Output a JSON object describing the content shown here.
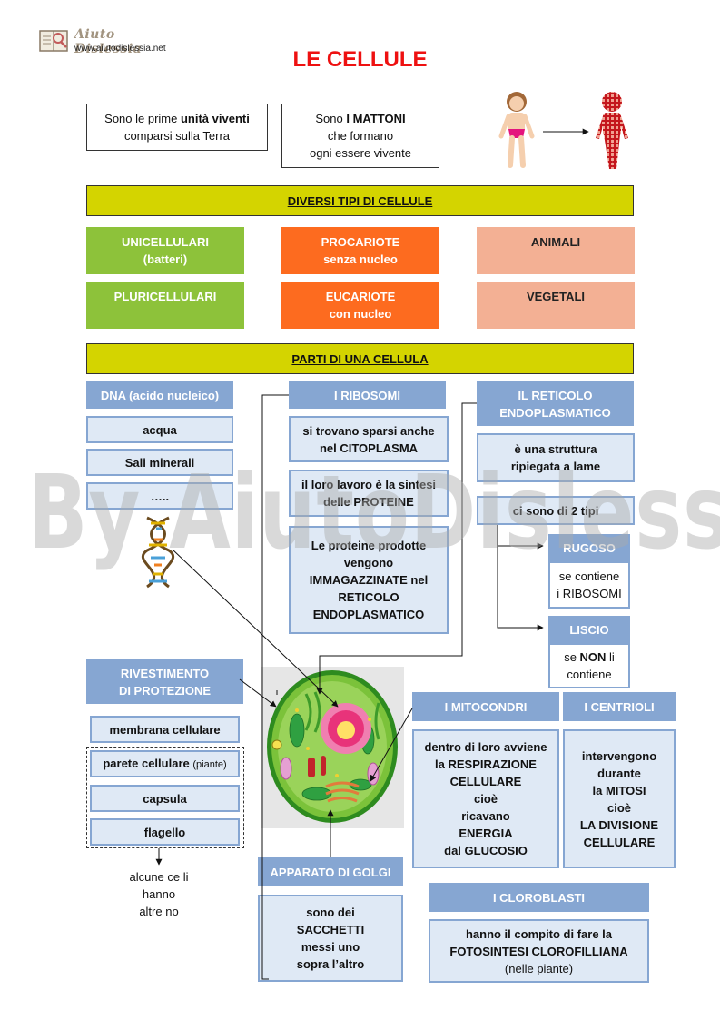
{
  "logo": {
    "name": "Aiuto Dislessia",
    "url": "www.aiutodislessia.net"
  },
  "title": "LE CELLULE",
  "intro": {
    "box1": {
      "pre": "Sono le prime ",
      "bold": "unità viventi",
      "post": "comparsi sulla Terra"
    },
    "box2": {
      "pre": "Sono ",
      "bold": "I MATTONI",
      "line2": "che formano",
      "line3": "ogni essere vivente"
    }
  },
  "section_types": "DIVERSI TIPI DI CELLULE",
  "types": {
    "unicellulari": [
      "UNICELLULARI",
      "(batteri)"
    ],
    "procariote": [
      "PROCARIOTE",
      "senza nucleo"
    ],
    "animali": "ANIMALI",
    "pluricellulari": "PLURICELLULARI",
    "eucariote": [
      "EUCARIOTE",
      "con nucleo"
    ],
    "vegetali": "VEGETALI"
  },
  "section_parts": "PARTI DI UNA CELLULA",
  "dna": {
    "head": "DNA (acido nucleico)",
    "items": [
      "acqua",
      "Sali minerali",
      "….."
    ]
  },
  "ribosomi": {
    "head": "I RIBOSOMI",
    "b1": [
      "si trovano sparsi anche",
      "nel CITOPLASMA"
    ],
    "b2": [
      "il loro lavoro è la sintesi",
      "delle PROTEINE"
    ],
    "b3": [
      "Le proteine prodotte",
      "vengono",
      "IMMAGAZZINATE nel",
      "RETICOLO",
      "ENDOPLASMATICO"
    ]
  },
  "reticolo": {
    "head": [
      "IL RETICOLO",
      "ENDOPLASMATICO"
    ],
    "b1": [
      "è una struttura",
      "ripiegata a lame"
    ],
    "b2": "ci sono di 2 tipi",
    "rugoso": {
      "head": "RUGOSO",
      "text": [
        "se contiene",
        "i RIBOSOMI"
      ]
    },
    "liscio": {
      "head": "LISCIO",
      "pre": "se ",
      "bold": "NON",
      "post": " li",
      "line2": "contiene"
    }
  },
  "rivestimento": {
    "head": [
      "RIVESTIMENTO",
      "DI PROTEZIONE"
    ],
    "membrana": "membrana cellulare",
    "parete": "parete cellulare",
    "parete_note": "(piante)",
    "capsula": "capsula",
    "flagello": "flagello",
    "note": [
      "alcune ce li",
      "hanno",
      "altre no"
    ]
  },
  "golgi": {
    "head": "APPARATO DI GOLGI",
    "text": [
      "sono dei",
      "SACCHETTI",
      "messi uno",
      "sopra l’altro"
    ]
  },
  "mitocondri": {
    "head": "I MITOCONDRI",
    "text": [
      "dentro di loro avviene",
      "la RESPIRAZIONE",
      "CELLULARE",
      "cioè",
      "ricavano",
      "ENERGIA",
      "dal GLUCOSIO"
    ]
  },
  "centrioli": {
    "head": "I  CENTRIOLI",
    "text": [
      "intervengono",
      "durante",
      "la MITOSI",
      "cioè",
      "LA DIVISIONE",
      "CELLULARE"
    ]
  },
  "cloroblasti": {
    "head": "I CLOROBLASTI",
    "text": [
      "hanno il compito di fare la",
      "FOTOSINTESI CLOROFILLIANA"
    ],
    "note": "(nelle piante)"
  },
  "watermark": "By AiutoDislessia.net"
}
